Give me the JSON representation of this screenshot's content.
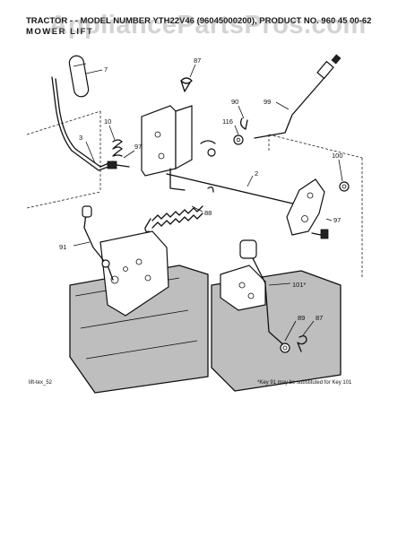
{
  "header": {
    "line1": "TRACTOR - - MODEL NUMBER YTH22V46 (96045000200), PRODUCT NO. 960 45 00-62",
    "line2": "MOWER LIFT"
  },
  "watermark": "AppliancePartsPros.com",
  "callouts": {
    "c7": "7",
    "c87a": "87",
    "c90": "90",
    "c99": "99",
    "c116": "116",
    "c10": "10",
    "c3": "3",
    "c97a": "97",
    "c2": "2",
    "c100": "100",
    "c88": "88",
    "c97b": "97",
    "c91": "91",
    "c101": "101*",
    "c89": "89",
    "c87b": "87"
  },
  "footer": {
    "code": "lift-tex_52",
    "note": "*Key 91 may be substituted for Key 101"
  }
}
